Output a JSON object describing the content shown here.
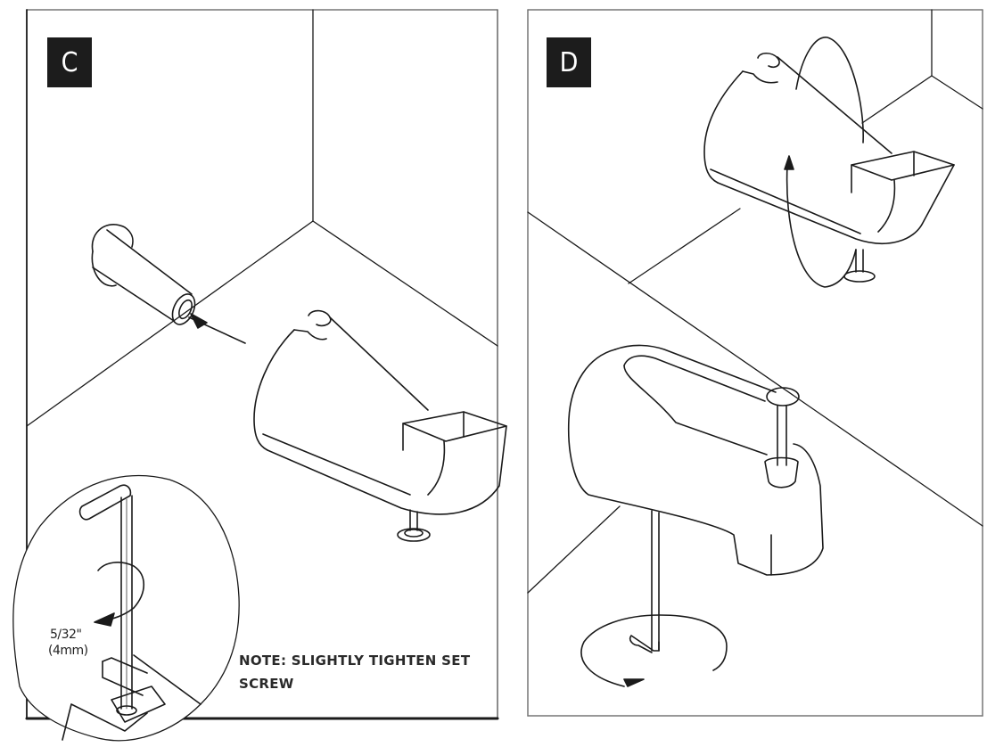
{
  "panels": [
    {
      "id": "C",
      "step_label": "C",
      "callout": {
        "tool_size_imperial": "5/32\"",
        "tool_size_metric": "(4mm)"
      },
      "note_line1": "NOTE: SLIGHTLY TIGHTEN SET",
      "note_line2": "SCREW"
    },
    {
      "id": "D",
      "step_label": "D"
    }
  ],
  "icons": {
    "step_c": [
      "wall-pipe-icon",
      "tub-spout-icon",
      "insert-arrow-icon",
      "hex-key-icon",
      "rotate-arrow-icon"
    ],
    "step_d": [
      "tub-spout-icon",
      "rotate-arrow-icon",
      "hex-key-icon",
      "diverter-knob-icon"
    ]
  },
  "colors": {
    "line": "#1a1a1a",
    "badge": "#1c1c1c",
    "badge_text": "#ffffff",
    "background": "#ffffff"
  }
}
